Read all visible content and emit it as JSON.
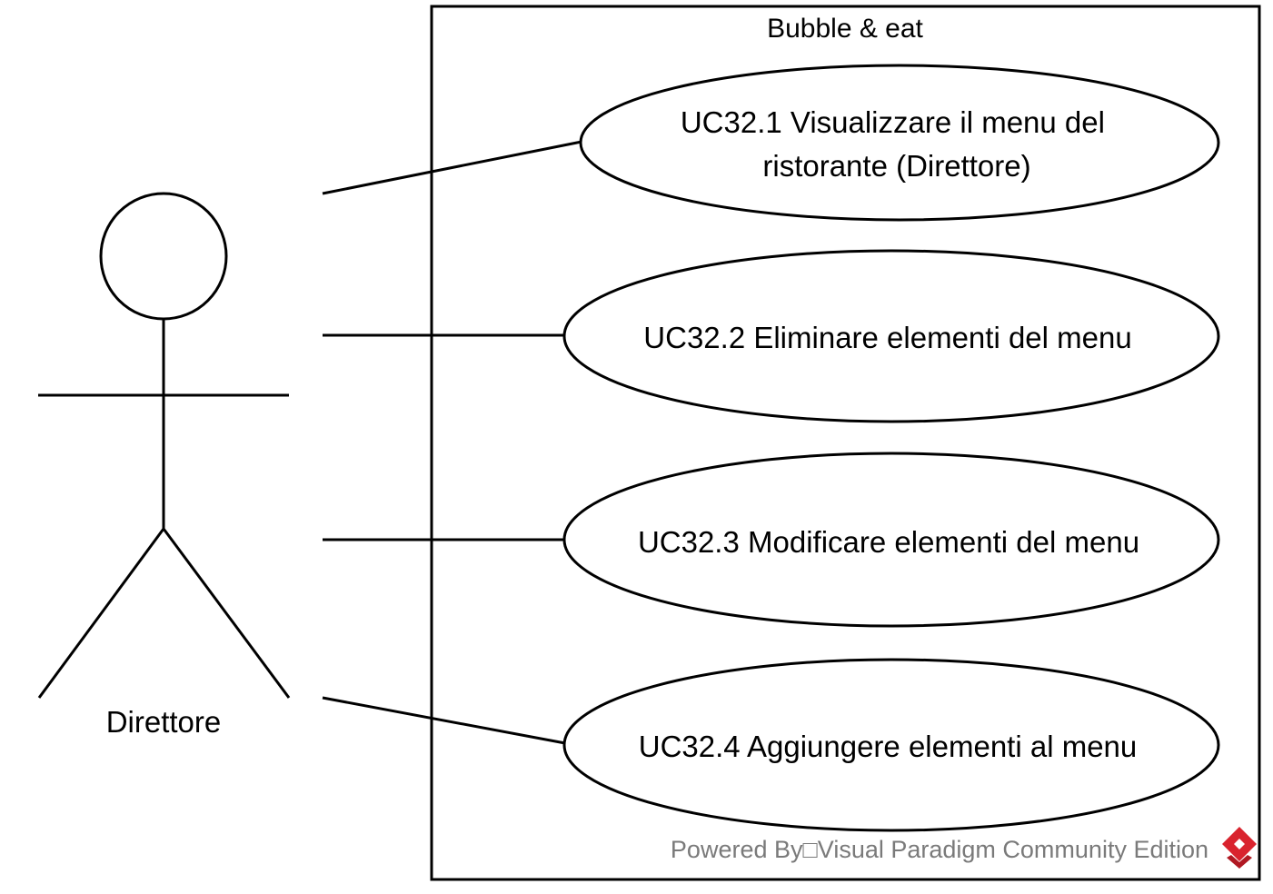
{
  "system": {
    "name": "Bubble & eat"
  },
  "actor": {
    "name": "Direttore"
  },
  "use_cases": [
    {
      "lines": [
        "UC32.1 Visualizzare il menu del",
        "ristorante (Direttore)"
      ]
    },
    {
      "lines": [
        "UC32.2 Eliminare elementi del menu"
      ]
    },
    {
      "lines": [
        "UC32.3 Modificare elementi del menu"
      ]
    },
    {
      "lines": [
        "UC32.4 Aggiungere elementi al menu"
      ]
    }
  ],
  "watermark": {
    "text": "Powered By□Visual Paradigm Community Edition",
    "logo_icon": "visual-paradigm-logo-icon",
    "logo_color": "#d9232e"
  }
}
